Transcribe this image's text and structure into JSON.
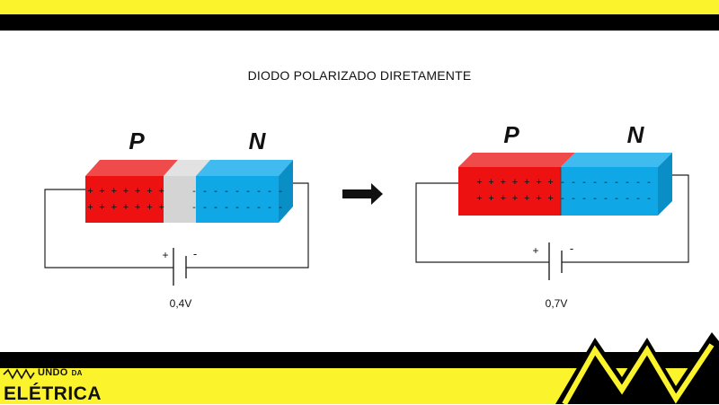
{
  "title": "DIODO POLARIZADO DIRETAMENTE",
  "left_diode": {
    "p_label": "P",
    "n_label": "N",
    "p_charges_row1": "+ + + + + + +",
    "p_charges_row2": "+ + + + + + +",
    "n_charges_row1": "- - - - - - - - -",
    "n_charges_row2": "- - - - - - - - -",
    "battery_plus": "+",
    "battery_minus": "-",
    "voltage": "0,4V"
  },
  "right_diode": {
    "p_label": "P",
    "n_label": "N",
    "p_charges_row1": "+ + + + + + +",
    "p_charges_row2": "+ + + + + + +",
    "n_charges_row1": "- - - - - - - - -",
    "n_charges_row2": "- - - - - - - - -",
    "battery_plus": "+",
    "battery_minus": "-",
    "voltage": "0,7V"
  },
  "logo": {
    "line1": "UNDO",
    "line1_small": "DA",
    "line2": "ELÉTRICA"
  },
  "colors": {
    "p_region": "#ee1111",
    "p_top": "#f04b4b",
    "n_region": "#10a7e6",
    "n_top": "#3fbbef",
    "n_side": "#0a8ec6",
    "depletion": "#d4d4d4",
    "brand_yellow": "#fbf32c",
    "brand_black": "#000000"
  }
}
